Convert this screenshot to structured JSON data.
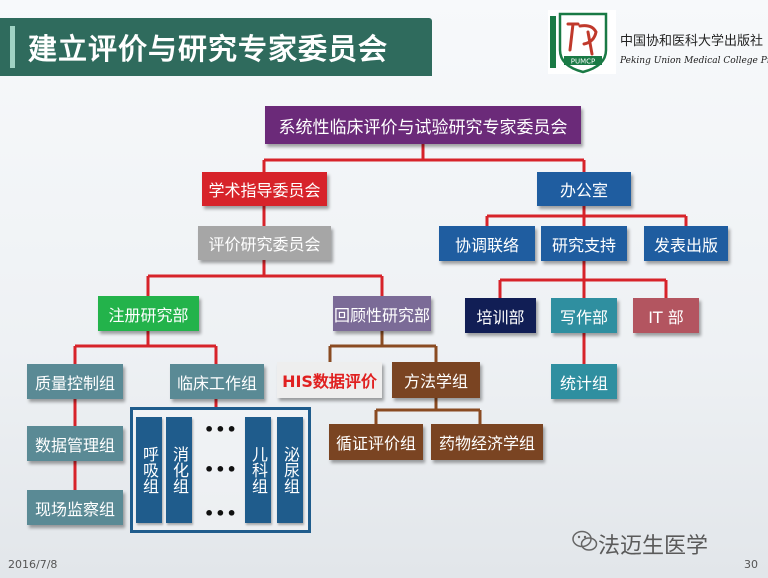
{
  "header": {
    "title": "建立评价与研究专家委员会",
    "press_name_cn": "中国协和医科大学出版社",
    "press_name_en": "Peking Union Medical College Press",
    "logo_text": "PUMCP"
  },
  "org": {
    "root": "系统性临床评价与试验研究专家委员会",
    "academic": "学术指导委员会",
    "office": "办公室",
    "eval_committee": "评价研究委员会",
    "coordination": "协调联络",
    "research_support": "研究支持",
    "publishing": "发表出版",
    "registry_dept": "注册研究部",
    "retro_dept": "回顾性研究部",
    "training": "培训部",
    "writing": "写作部",
    "it": "IT 部",
    "qc": "质量控制组",
    "clinical": "临床工作组",
    "his": "HIS数据评价",
    "methods": "方法学组",
    "stats": "统计组",
    "data_mgmt": "数据管理组",
    "site_monitor": "现场监察组",
    "ebm": "循证评价组",
    "pharmacoeconomics": "药物经济学组",
    "respiratory": "呼吸组",
    "digestive": "消化组",
    "pediatrics": "儿科组",
    "urology": "泌尿组",
    "ellipsis": "•••"
  },
  "footer": {
    "date": "2016/7/8",
    "page": "30",
    "watermark": "法迈生医学"
  },
  "colors": {
    "title_bg": "#2f6b5d",
    "root": "#6b2a79",
    "red": "#d7232a",
    "blue": "#1f5da0",
    "connector_red": "#d7232a",
    "connector_brown": "#8a4b22",
    "connector_blue": "#1f5c8c"
  }
}
